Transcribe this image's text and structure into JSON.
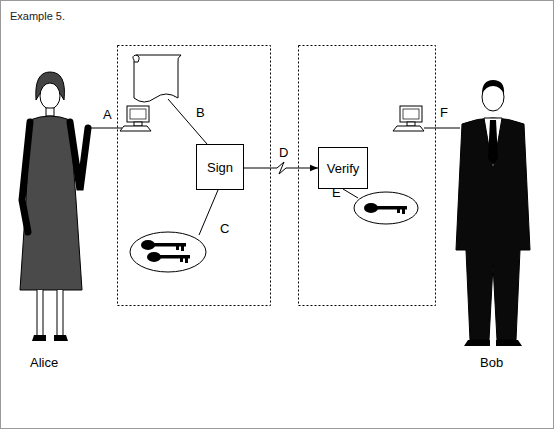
{
  "diagram": {
    "title": "Example 5.",
    "nodes": [
      {
        "text": [
          "Sign"
        ]
      },
      {
        "text": [
          "Verify"
        ]
      }
    ],
    "edges": [
      {
        "from": 0,
        "to": 1,
        "arrow": "to",
        "label": "D"
      }
    ],
    "labels": [
      "A",
      "B",
      "C",
      "E",
      "F",
      "Alice",
      "Bob"
    ]
  }
}
